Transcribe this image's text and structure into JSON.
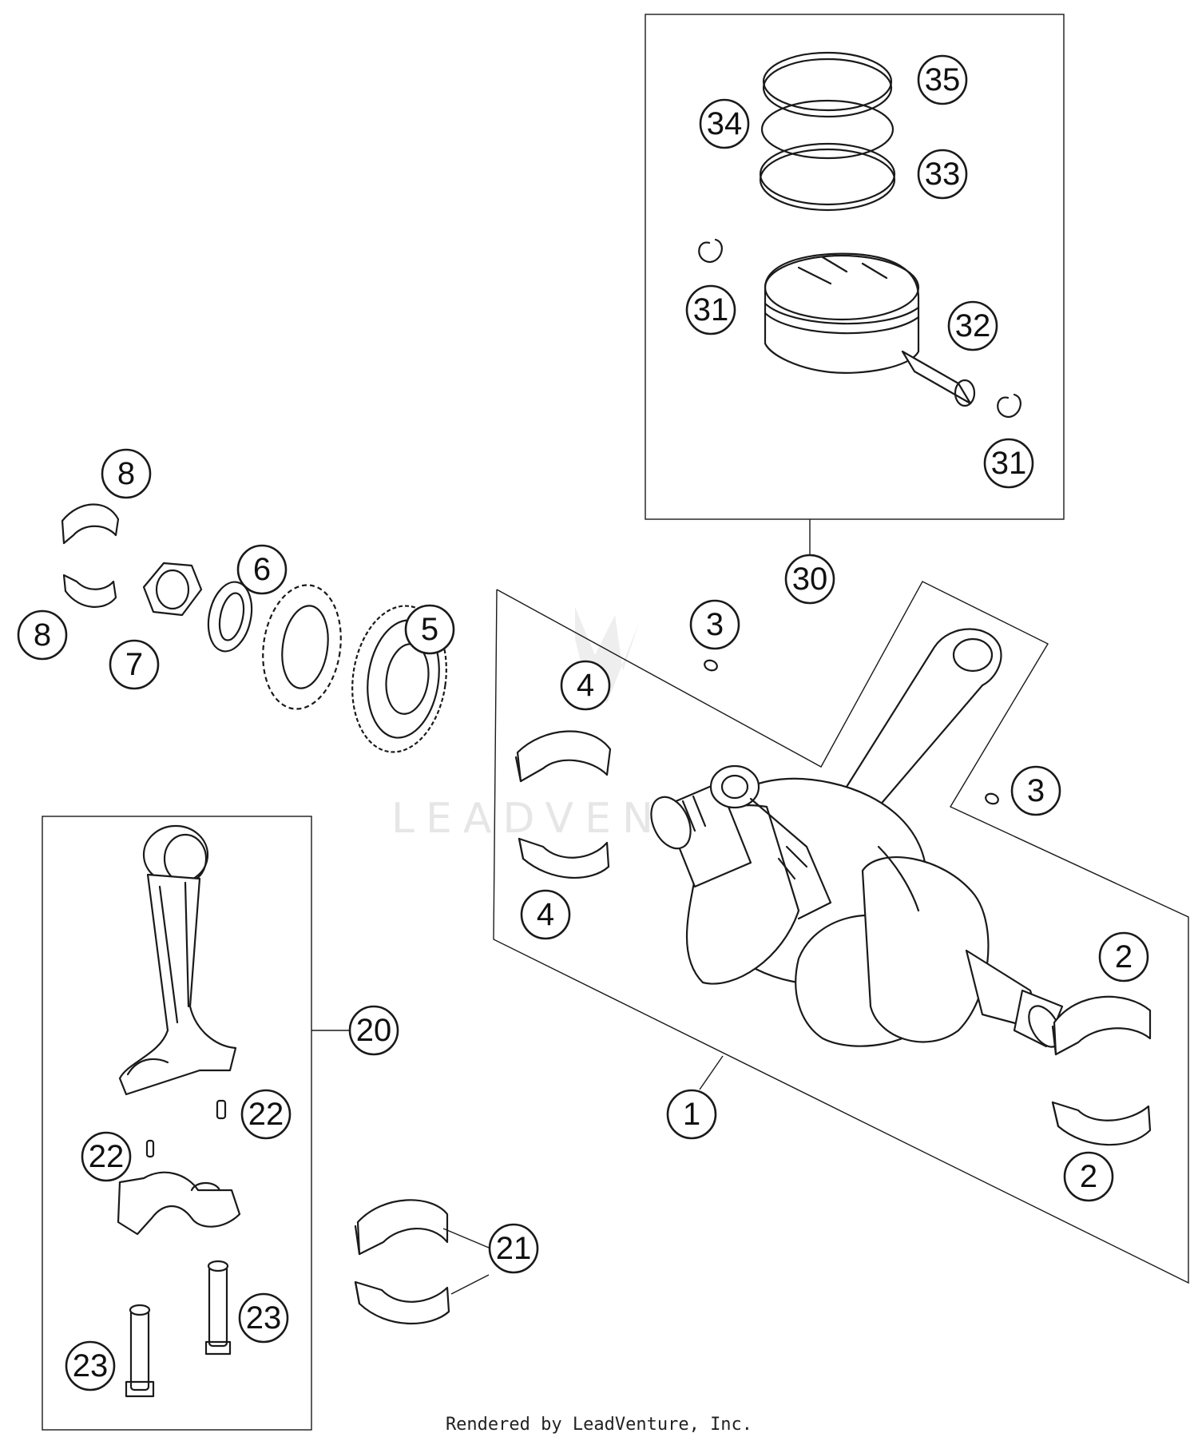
{
  "watermark_text": "LEADVENTURE",
  "footer_text": "Rendered by LeadVenture, Inc.",
  "callouts": [
    {
      "label": "35"
    },
    {
      "label": "34"
    },
    {
      "label": "33"
    },
    {
      "label": "31"
    },
    {
      "label": "32"
    },
    {
      "label": "31"
    },
    {
      "label": "30"
    },
    {
      "label": "8"
    },
    {
      "label": "8"
    },
    {
      "label": "6"
    },
    {
      "label": "7"
    },
    {
      "label": "5"
    },
    {
      "label": "3"
    },
    {
      "label": "4"
    },
    {
      "label": "3"
    },
    {
      "label": "4"
    },
    {
      "label": "2"
    },
    {
      "label": "20"
    },
    {
      "label": "1"
    },
    {
      "label": "22"
    },
    {
      "label": "22"
    },
    {
      "label": "2"
    },
    {
      "label": "21"
    },
    {
      "label": "23"
    },
    {
      "label": "23"
    }
  ],
  "colors": {
    "line": "#1a1a1a",
    "background": "#ffffff",
    "watermark": "#e6e6e6"
  }
}
